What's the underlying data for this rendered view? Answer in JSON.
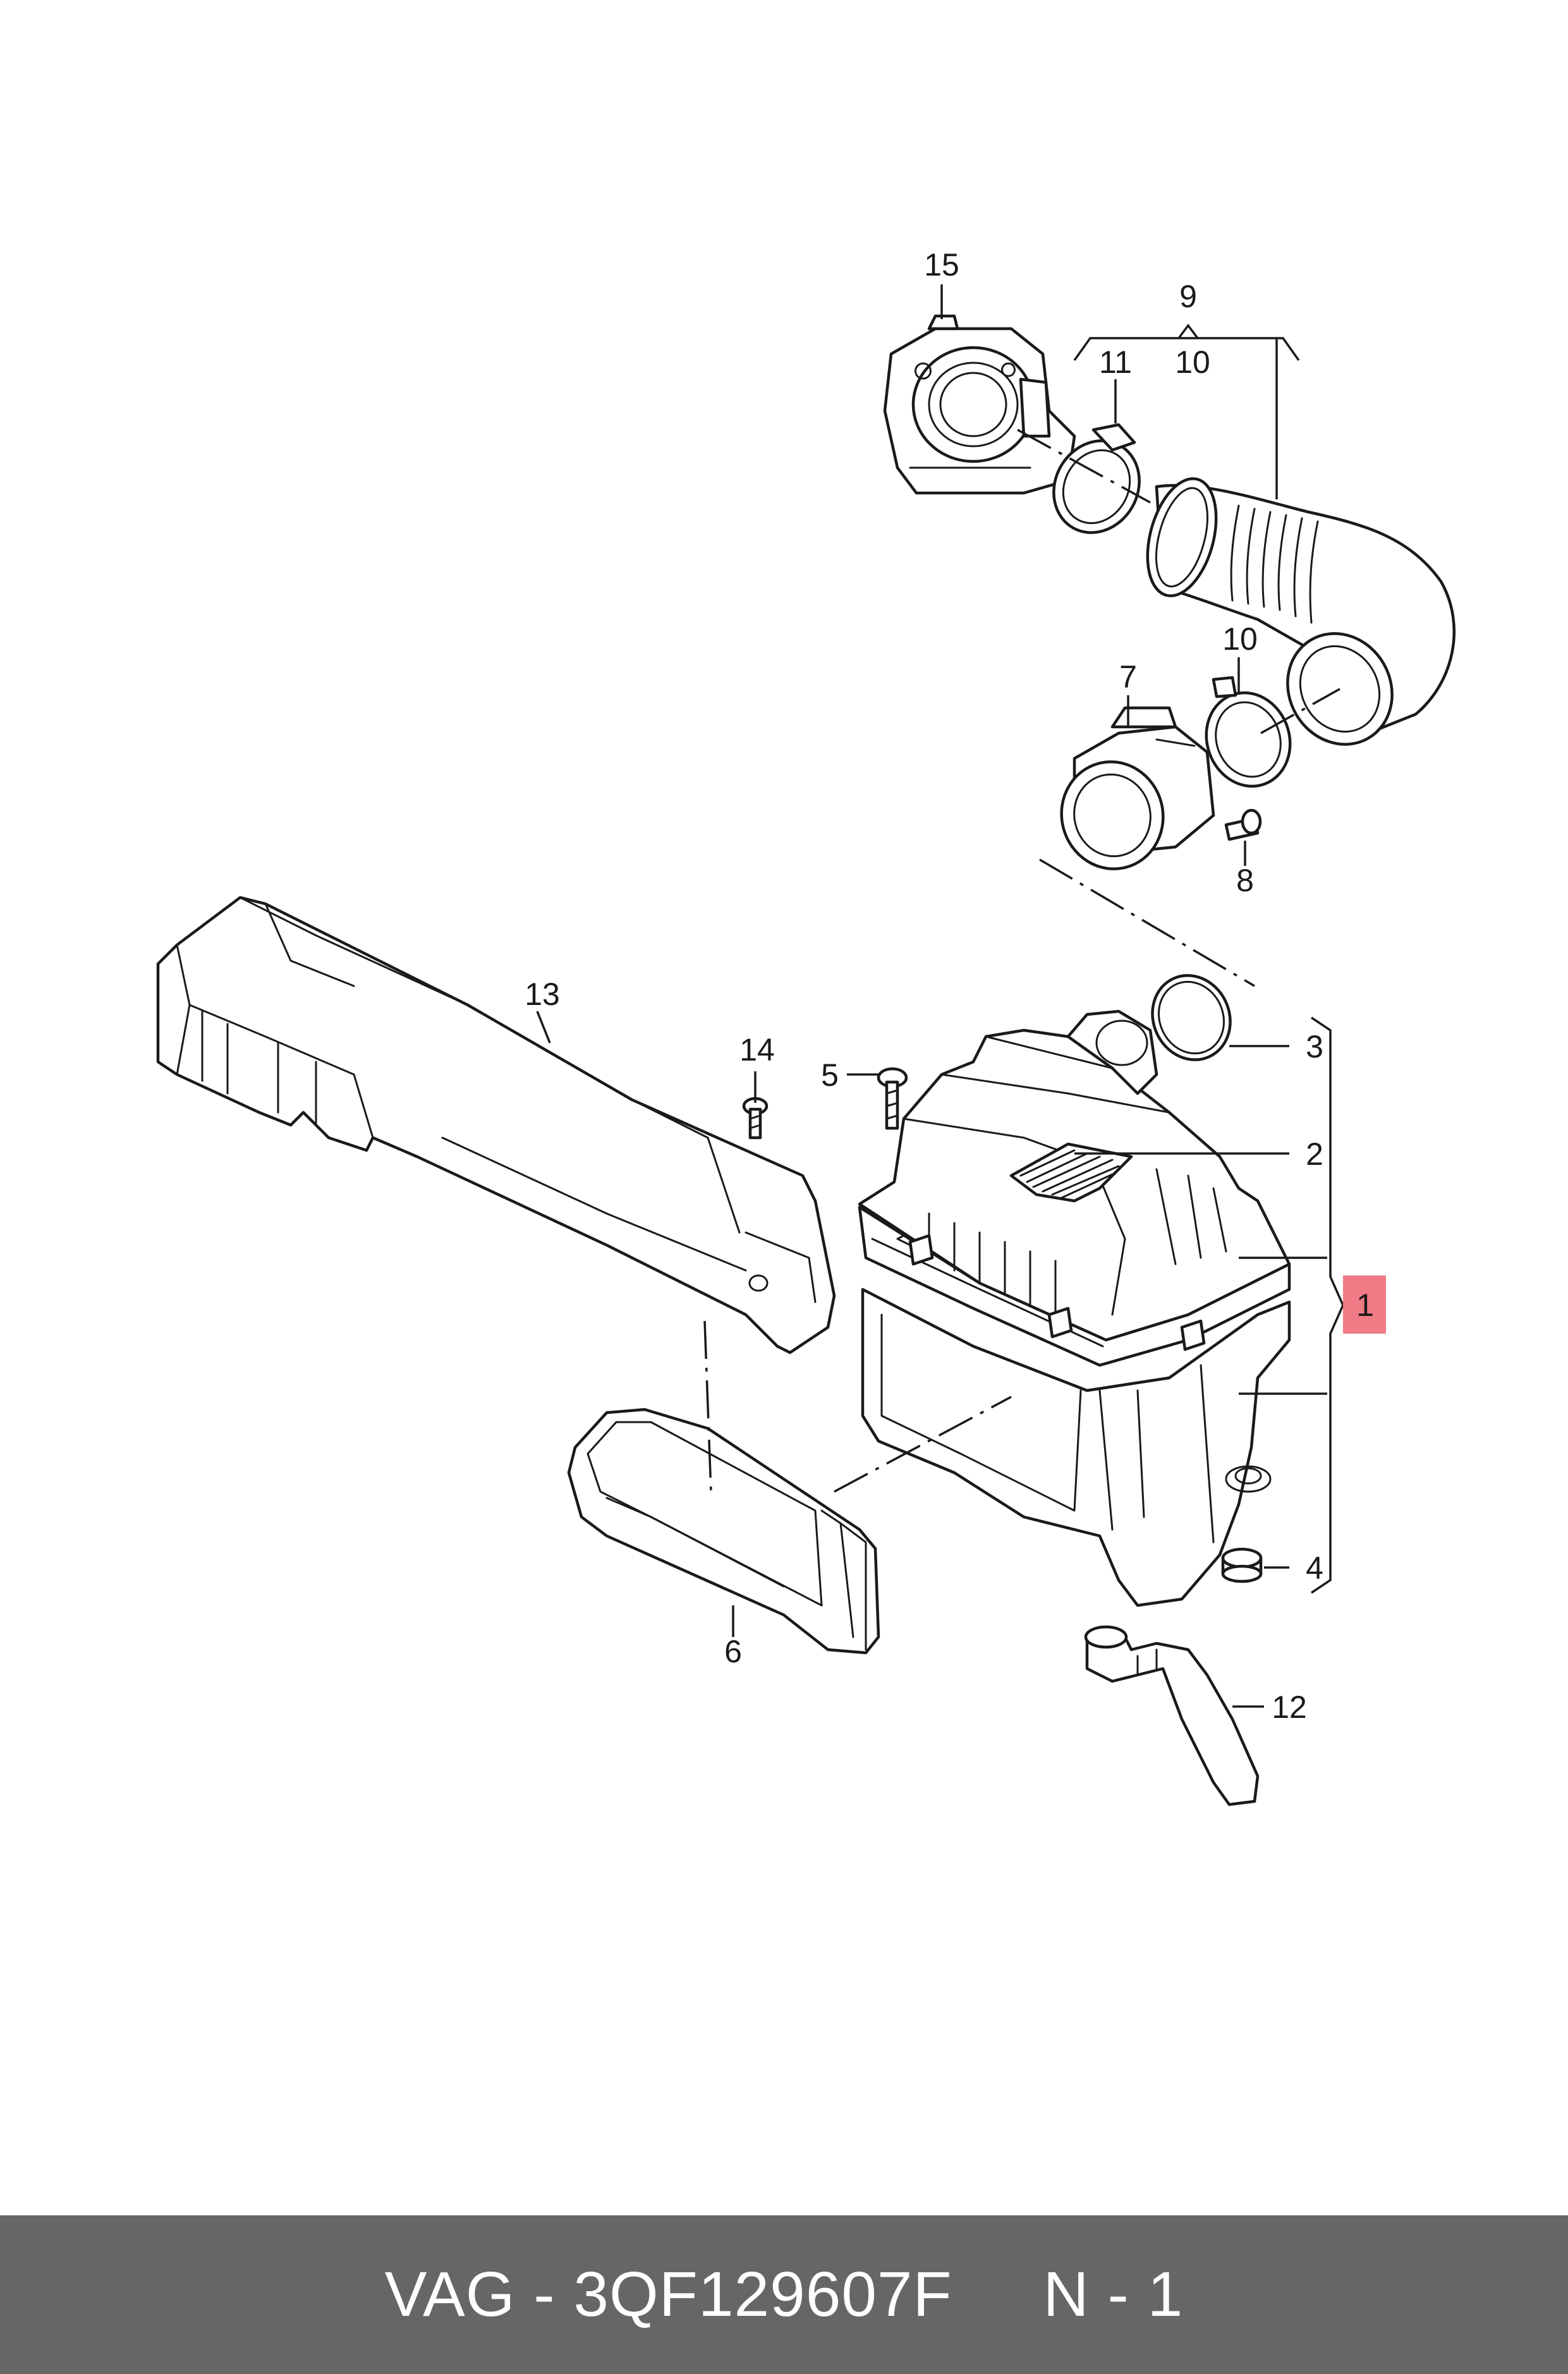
{
  "diagram": {
    "callouts": {
      "c15": "15",
      "c9": "9",
      "c11": "11",
      "c10a": "10",
      "c10b": "10",
      "c7": "7",
      "c8": "8",
      "c13": "13",
      "c14": "14",
      "c5": "5",
      "c3": "3",
      "c2": "2",
      "c1": "1",
      "c4": "4",
      "c6": "6",
      "c12": "12"
    },
    "highlight_color": "#f07a86"
  },
  "footer": {
    "text": "VAG - 3QF129607F     N - 1",
    "background": "#666666"
  }
}
